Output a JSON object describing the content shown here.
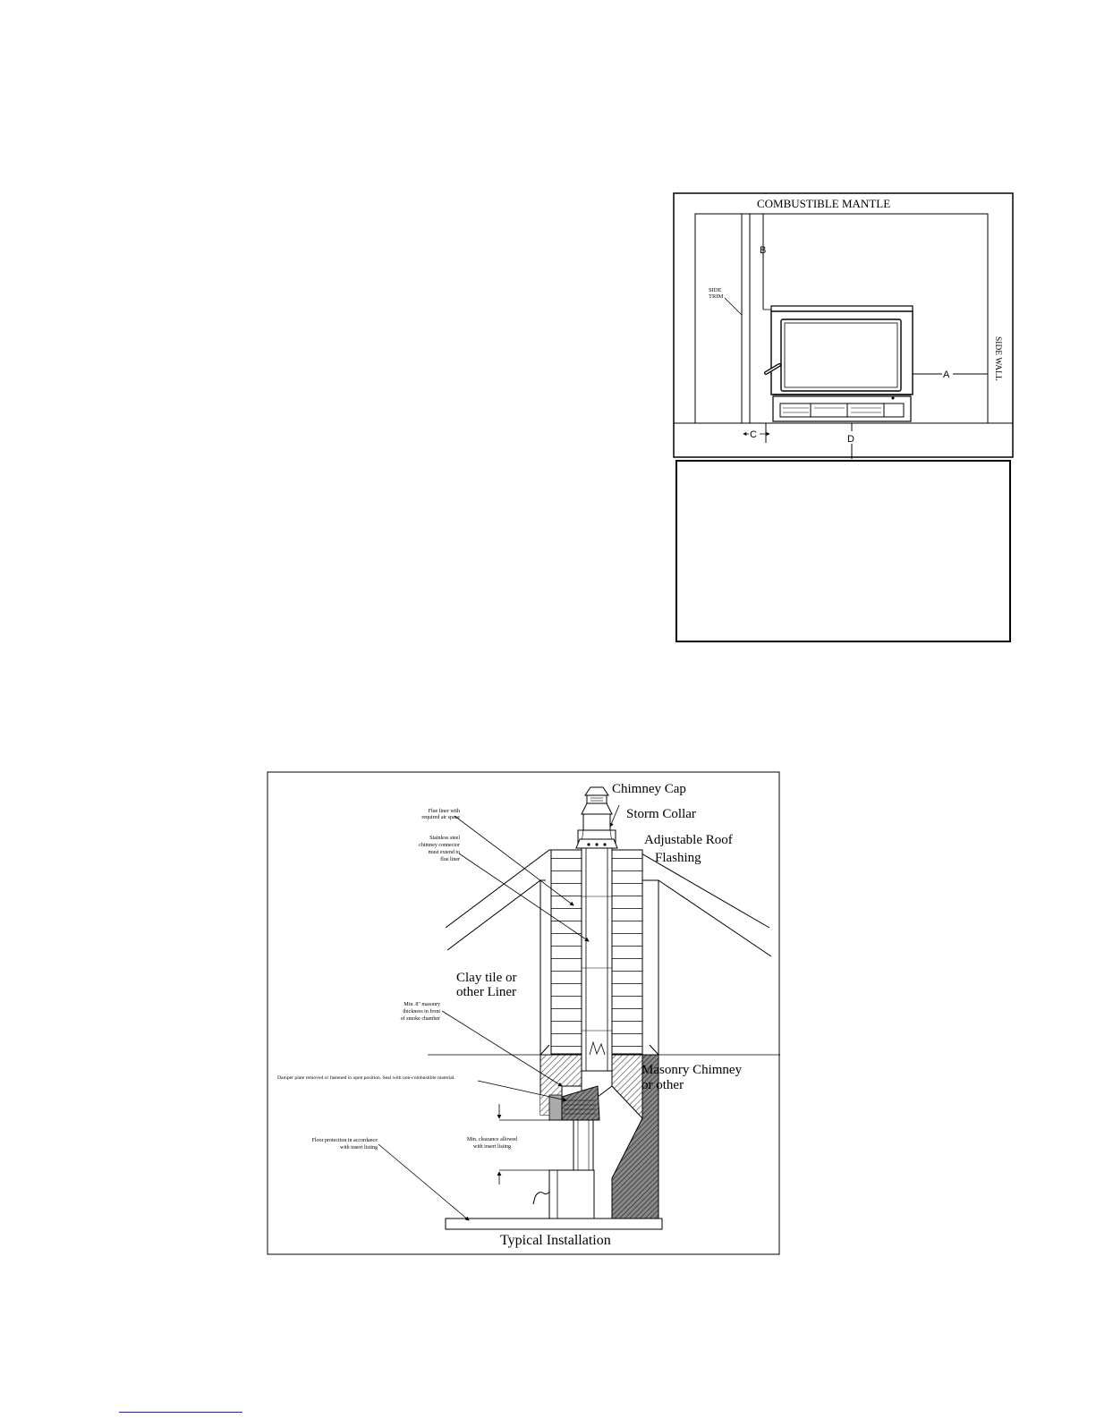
{
  "clearance_diagram": {
    "mantle_label": "COMBUSTIBLE MANTLE",
    "side_trim_label_line1": "SIDE",
    "side_trim_label_line2": "TRIM",
    "side_wall_label": "SIDE WALL",
    "dimension_a": "A",
    "dimension_b": "B",
    "dimension_c": "C",
    "dimension_d": "D"
  },
  "installation_diagram": {
    "chimney_cap": "Chimney Cap",
    "storm_collar": "Storm Collar",
    "roof_flashing_line1": "Adjustable Roof",
    "roof_flashing_line2": "Flashing",
    "clay_tile_line1": "Clay tile or",
    "clay_tile_line2": "other Liner",
    "masonry_line1": "Masonry Chimney",
    "masonry_line2": "or other",
    "flue_liner_line1": "Flue liner with",
    "flue_liner_line2": "required air space",
    "connector_line1": "Stainless steel",
    "connector_line2": "chimney connector",
    "connector_line3": "must extend to",
    "connector_line4": "flue liner",
    "masonry_thickness_line1": "Min. 8\" masonry",
    "masonry_thickness_line2": "thickness in front",
    "masonry_thickness_line3": "of smoke chamber",
    "damper_note": "Damper plate removed or fastened in open position. Seal with non-combustible material.",
    "min_clearance_line1": "Min. clearance allowed",
    "min_clearance_line2": "with insert listing",
    "floor_protection_line1": "Floor protection in accordance",
    "floor_protection_line2": "with insert listing",
    "caption": "Typical Installation"
  }
}
